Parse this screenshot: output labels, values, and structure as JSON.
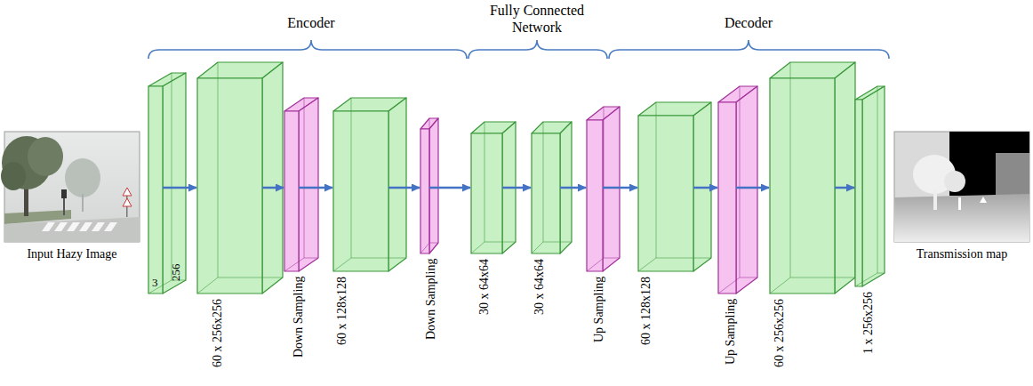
{
  "diagram": {
    "nodes": [
      {
        "text": [
          "Input Hazy Image"
        ]
      },
      {
        "text": [
          "3",
          "256"
        ]
      },
      {
        "text": [
          "60 x 256x256"
        ]
      },
      {
        "text": [
          "Down Sampling"
        ]
      },
      {
        "text": [
          "60 x 128x128"
        ]
      },
      {
        "text": [
          "Down Sampling"
        ]
      },
      {
        "text": [
          "30 x 64x64"
        ]
      },
      {
        "text": [
          "30 x 64x64"
        ]
      },
      {
        "text": [
          "Up Sampling"
        ]
      },
      {
        "text": [
          "60 x 128x128"
        ]
      },
      {
        "text": [
          "Up Sampling"
        ]
      },
      {
        "text": [
          "60 x 256x256"
        ]
      },
      {
        "text": [
          "1 x 256x256"
        ]
      },
      {
        "text": [
          "Transmission map"
        ]
      }
    ],
    "edges": [
      {
        "from": 1,
        "to": 2,
        "arrow": "to"
      },
      {
        "from": 2,
        "to": 3,
        "arrow": "to"
      },
      {
        "from": 3,
        "to": 4,
        "arrow": "to"
      },
      {
        "from": 4,
        "to": 5,
        "arrow": "to"
      },
      {
        "from": 5,
        "to": 6,
        "arrow": "to"
      },
      {
        "from": 6,
        "to": 7,
        "arrow": "to"
      },
      {
        "from": 7,
        "to": 8,
        "arrow": "to"
      },
      {
        "from": 8,
        "to": 9,
        "arrow": "to"
      },
      {
        "from": 9,
        "to": 10,
        "arrow": "to"
      },
      {
        "from": 10,
        "to": 11,
        "arrow": "to"
      },
      {
        "from": 11,
        "to": 12,
        "arrow": "to"
      }
    ],
    "labels": [
      "Encoder",
      "Fully Connected Network",
      "Decoder"
    ]
  }
}
